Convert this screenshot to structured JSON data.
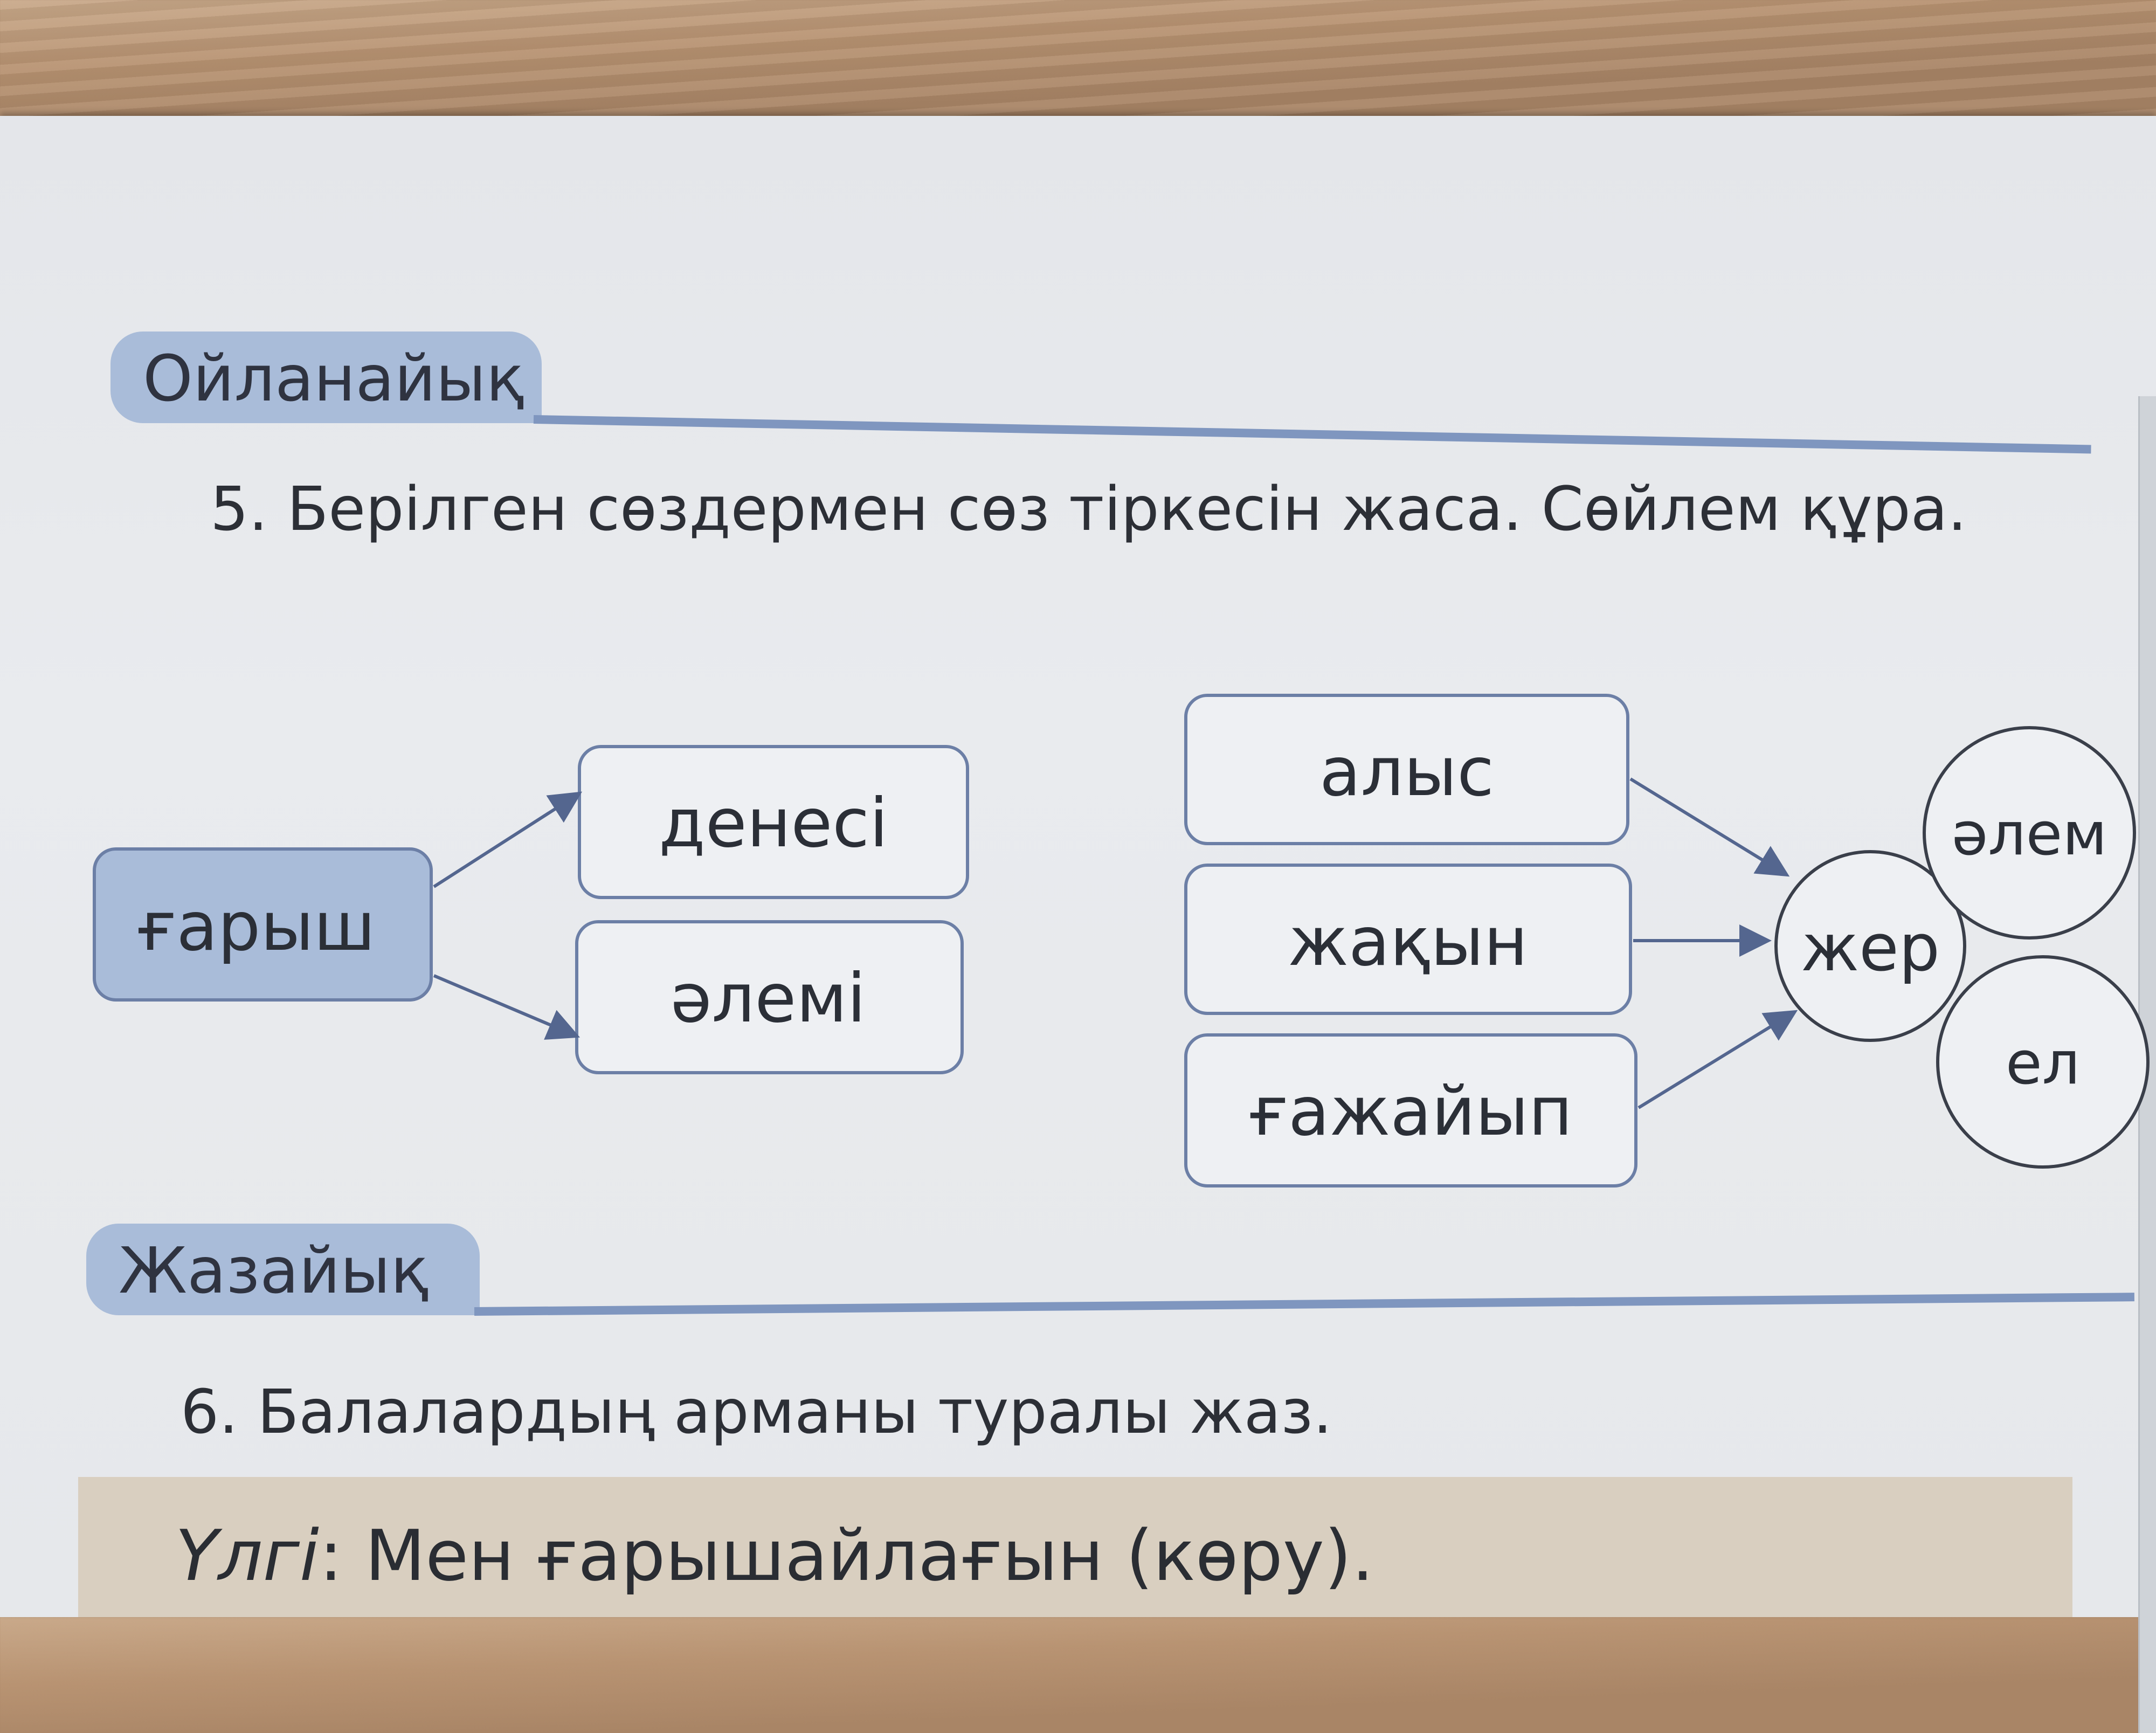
{
  "section1": {
    "title": "Ойланайық"
  },
  "task5": {
    "text": "5. Берілген сөздермен сөз тіркесін жаса. Сөйлем құра."
  },
  "left_diagram": {
    "source": "ғарыш",
    "targets": [
      "денесі",
      "әлемі"
    ]
  },
  "right_diagram": {
    "sources": [
      "алыс",
      "жақын",
      "ғажайып"
    ],
    "target": "жер",
    "extra_circles": [
      "әлем",
      "ел"
    ]
  },
  "section2": {
    "title": "Жазайық"
  },
  "task6": {
    "text": "6. Балалардың арманы туралы жаз."
  },
  "sample": {
    "label": "Үлгі",
    "text": ": Мен ғарышайлағын (көру)."
  },
  "colors": {
    "tab": "#a9bcd9",
    "line": "#7f96bf",
    "box_fill": "#eef0f3",
    "source_fill": "#a9bcd9",
    "arrow": "#54668f"
  }
}
